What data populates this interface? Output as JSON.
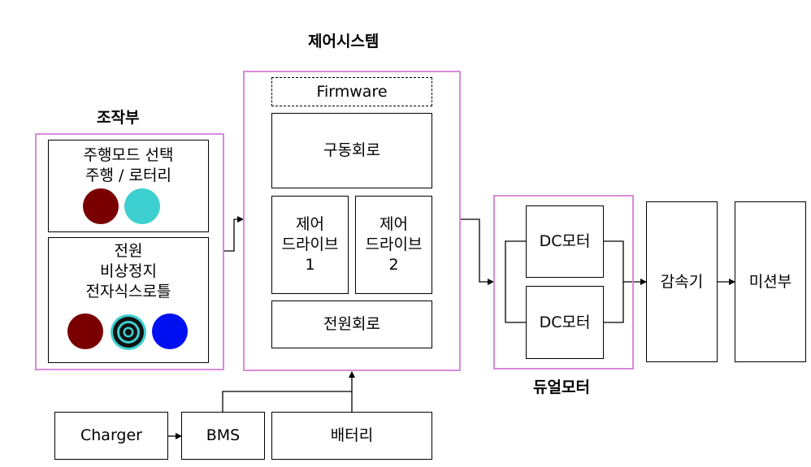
{
  "titles": {
    "control_system": "제어시스템",
    "operation_unit": "조작부",
    "dual_motor": "듀얼모터"
  },
  "operation": {
    "mode_select_label": "주행모드 선택\n주행 / 로터리",
    "power_label": "전원\n비상정지\n전자식스로틀",
    "colors": {
      "dark_red": "#7a0000",
      "cyan": "#3ecfd0",
      "blue": "#0010f0",
      "frame": "#d98ad9"
    }
  },
  "control": {
    "firmware": "Firmware",
    "drive_circuit": "구동회로",
    "driver_1": "제어\n드라이브\n1",
    "driver_2": "제어\n드라이브\n2",
    "power_circuit": "전원회로"
  },
  "motors": {
    "motor_1": "DC모터",
    "motor_2": "DC모터"
  },
  "drivetrain": {
    "reducer": "감속기",
    "mission": "미션부"
  },
  "power": {
    "charger": "Charger",
    "bms": "BMS",
    "battery": "배터리"
  }
}
